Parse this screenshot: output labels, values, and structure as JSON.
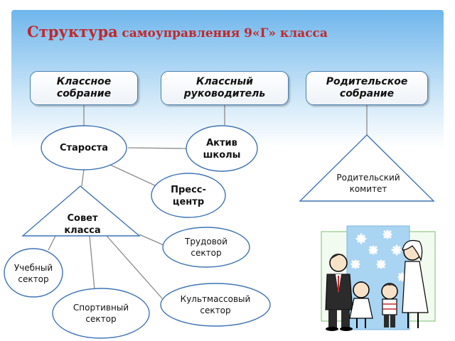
{
  "title": {
    "part1": "Структура",
    "part2": "самоуправления 9«Г» класса"
  },
  "top_boxes": {
    "class_meeting": "Классное собрание",
    "class_teacher": "Классный руководитель",
    "parent_meeting": "Родительское собрание"
  },
  "nodes": {
    "starosta": "Староста",
    "school_activists": "Актив школы",
    "press_center": "Пресс-центр",
    "class_council": "Совет класса",
    "parent_committee": "Родительский комитет",
    "labor_sector": "Трудовой сектор",
    "study_sector": "Учебный сектор",
    "culture_sector": "Культмассовый сектор",
    "sport_sector": "Спортивный сектор"
  },
  "colors": {
    "title": "#c0282d",
    "box_border": "#4a7fb0",
    "node_border": "#3f73b5",
    "connector": "#8a8a8a"
  },
  "illustration": "family-clipart"
}
